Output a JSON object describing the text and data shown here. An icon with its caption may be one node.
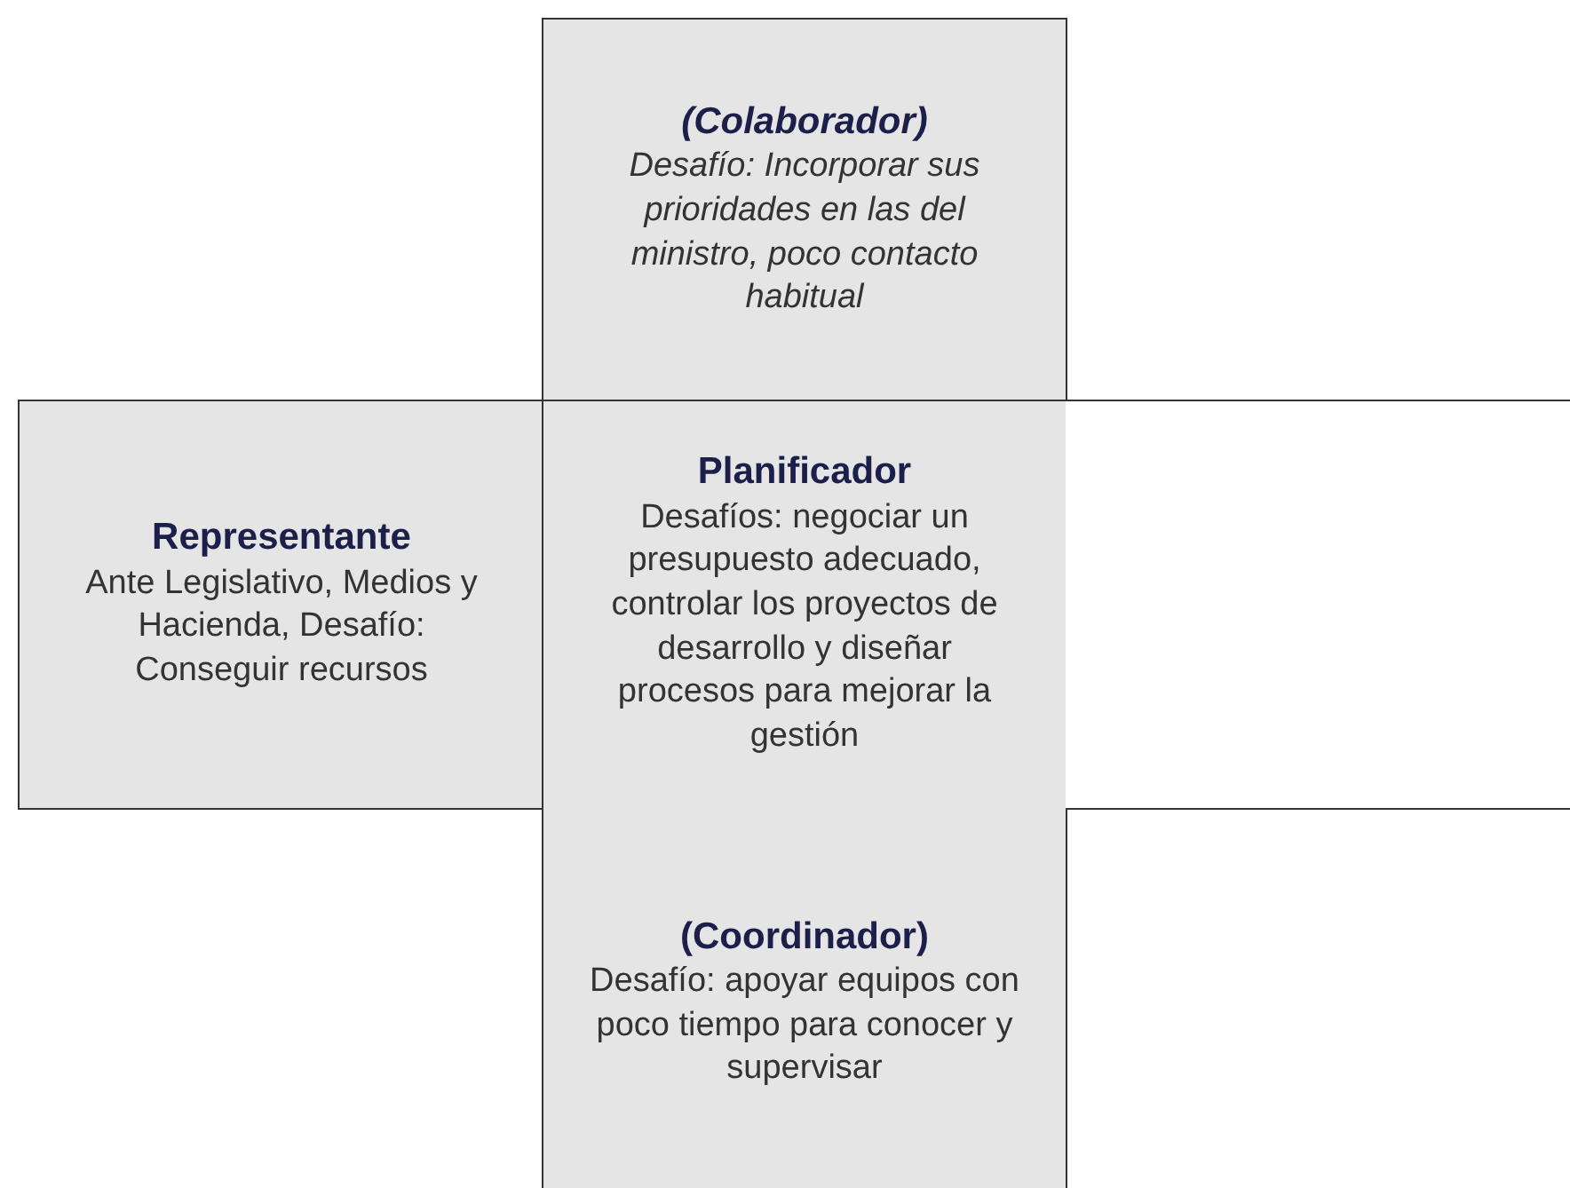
{
  "diagram": {
    "nodes": [
      {
        "text": [
          "(Colaborador)",
          "Desafío: Incorporar sus prioridades en las del ministro, poco contacto habitual"
        ]
      },
      {
        "text": [
          "Representante",
          "Ante Legislativo, Medios y Hacienda, Desafío: Conseguir recursos"
        ]
      },
      {
        "text": [
          "Planificador",
          "Desafíos: negociar un presupuesto adecuado, controlar los proyectos de desarrollo y diseñar procesos para mejorar la gestión"
        ]
      },
      {
        "text": [],
        "shape": "box"
      },
      {
        "text": [
          "(Coordinador)",
          "Desafío: apoyar equipos con poco tiempo para conocer y supervisar"
        ]
      }
    ]
  }
}
